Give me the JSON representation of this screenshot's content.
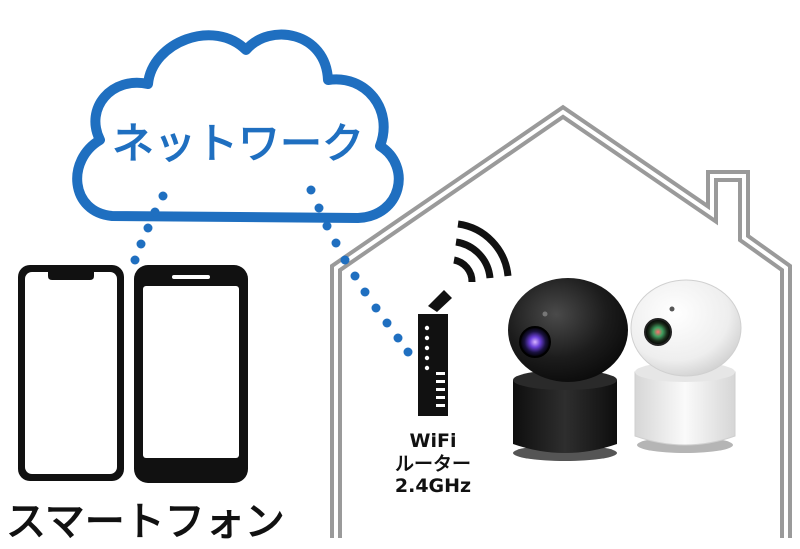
{
  "cloud": {
    "label": "ネットワーク",
    "color": "#1f6fc0"
  },
  "router": {
    "line1": "WiFi",
    "line2": "ルーター",
    "line3": "2.4GHz"
  },
  "smartphone": {
    "label": "スマートフォン"
  },
  "colors": {
    "connection_dots": "#1f6fc0",
    "house_outline": "#9a9a9a",
    "phone_outline": "#111111",
    "camera_black": "#1b1b1b",
    "camera_white": "#f2f2f2"
  },
  "icons": {
    "cloud": "cloud-icon",
    "house": "house-icon",
    "router": "router-icon",
    "wifi": "wifi-signal-icon",
    "camera_black": "black-camera-icon",
    "camera_white": "white-camera-icon",
    "phone_left": "smartphone-icon",
    "phone_right": "smartphone-icon"
  }
}
